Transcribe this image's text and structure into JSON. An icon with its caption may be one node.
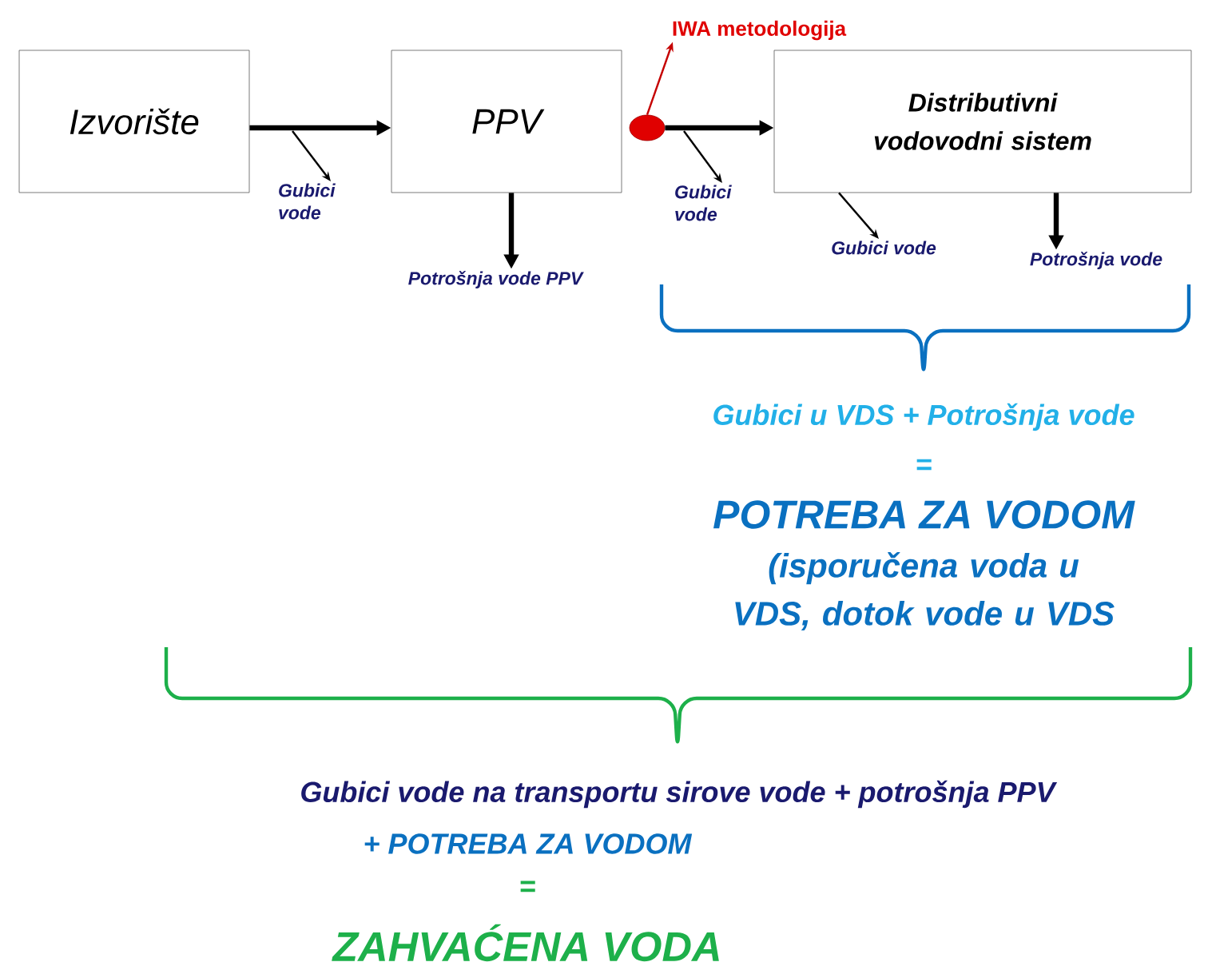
{
  "diagram": {
    "nodes": [
      {
        "text": [
          "Izvorište"
        ]
      },
      {
        "text": [
          "PPV"
        ]
      },
      {
        "text": [],
        "shape": "circle"
      },
      {
        "text": [
          "Distributivni vodovodni sistem"
        ]
      },
      {
        "text": [
          "Gubici vode"
        ]
      },
      {
        "text": [
          "Potrošnja vode PPV"
        ]
      },
      {
        "text": [
          "IWA metodologija"
        ]
      },
      {
        "text": [
          "Gubici vode"
        ]
      },
      {
        "text": [
          "Gubici vode"
        ]
      },
      {
        "text": [
          "Potrošnja vode"
        ]
      }
    ],
    "edges": [
      {
        "from": 0,
        "to": 1,
        "arrow": "to",
        "style": "thick"
      },
      {
        "from": 2,
        "to": 3,
        "arrow": "to",
        "style": "thick"
      },
      {
        "from": 1,
        "to": 5,
        "arrow": "to",
        "style": "thick"
      },
      {
        "from": 2,
        "to": 6,
        "arrow": "to",
        "color": "#e00000"
      },
      {
        "from": null,
        "to": 4,
        "arrow": "to"
      },
      {
        "from": null,
        "to": 7,
        "arrow": "to"
      },
      {
        "from": 3,
        "to": 8,
        "arrow": "to"
      },
      {
        "from": 3,
        "to": 9,
        "arrow": "to",
        "style": "thick"
      }
    ],
    "labels": [
      "Gubici u VDS  + Potrošnja vode",
      "=",
      "POTREBA ZA VODOM",
      "(isporučena voda u VDS, dotok vode u VDS",
      "Gubici vode na transportu sirove vode + potrošnja PPV",
      "+ POTREBA ZA VODOM",
      "=",
      "ZAHVAĆENA VODA"
    ]
  }
}
